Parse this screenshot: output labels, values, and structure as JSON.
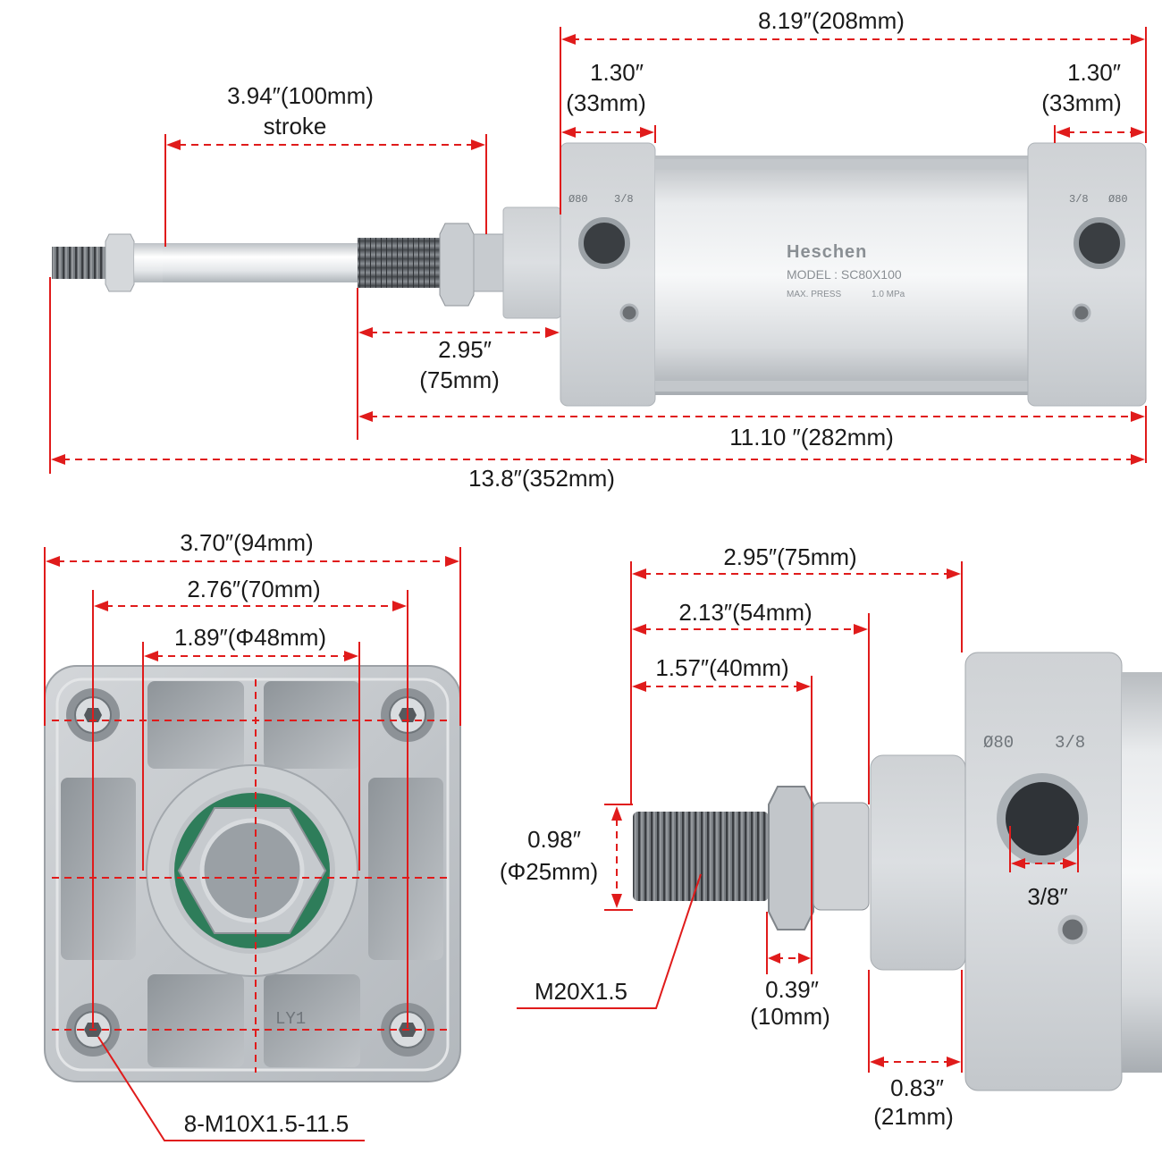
{
  "side_view": {
    "brand": "Heschen",
    "model": "MODEL : SC80X100",
    "max_press_label": "MAX. PRESS",
    "max_press_value": "1.0 MPa",
    "front_stamp_bore": "Ø80",
    "front_stamp_port": "3/8",
    "rear_stamp_port": "3/8",
    "rear_stamp_bore": "Ø80",
    "dims": {
      "body_length": "8.19″(208mm)",
      "front_cap_in": "1.30″",
      "front_cap_mm": "(33mm)",
      "rear_cap_in": "1.30″",
      "rear_cap_mm": "(33mm)",
      "stroke_value": "3.94″(100mm)",
      "stroke_label": "stroke",
      "rod_in": "2.95″",
      "rod_mm": "(75mm)",
      "length_no_rod": "11.10  ″(282mm)",
      "total_length": "13.8″(352mm)"
    }
  },
  "end_view": {
    "stamp": "LY1",
    "dims": {
      "width": "3.70″(94mm)",
      "bolt_spacing": "2.76″(70mm)",
      "boss_diameter": "1.89″(Φ48mm)",
      "bolt_thread": "8-M10X1.5-11.5"
    }
  },
  "detail_view": {
    "stamp_bore": "Ø80",
    "stamp_port": "3/8",
    "dims": {
      "rod_total": "2.95″(75mm)",
      "to_boss": "2.13″(54mm)",
      "thread_length": "1.57″(40mm)",
      "rod_dia_in": "0.98″",
      "rod_dia_mm": "(Φ25mm)",
      "port_size": "3/8″",
      "thread_spec": "M20X1.5",
      "nut_in": "0.39″",
      "nut_mm": "(10mm)",
      "boss_in": "0.83″",
      "boss_mm": "(21mm)"
    }
  },
  "colors": {
    "dimension_line": "#e01b1b",
    "aluminum": "#c9ccd0",
    "aluminum_dark": "#9aa0a5",
    "background": "#ffffff"
  }
}
